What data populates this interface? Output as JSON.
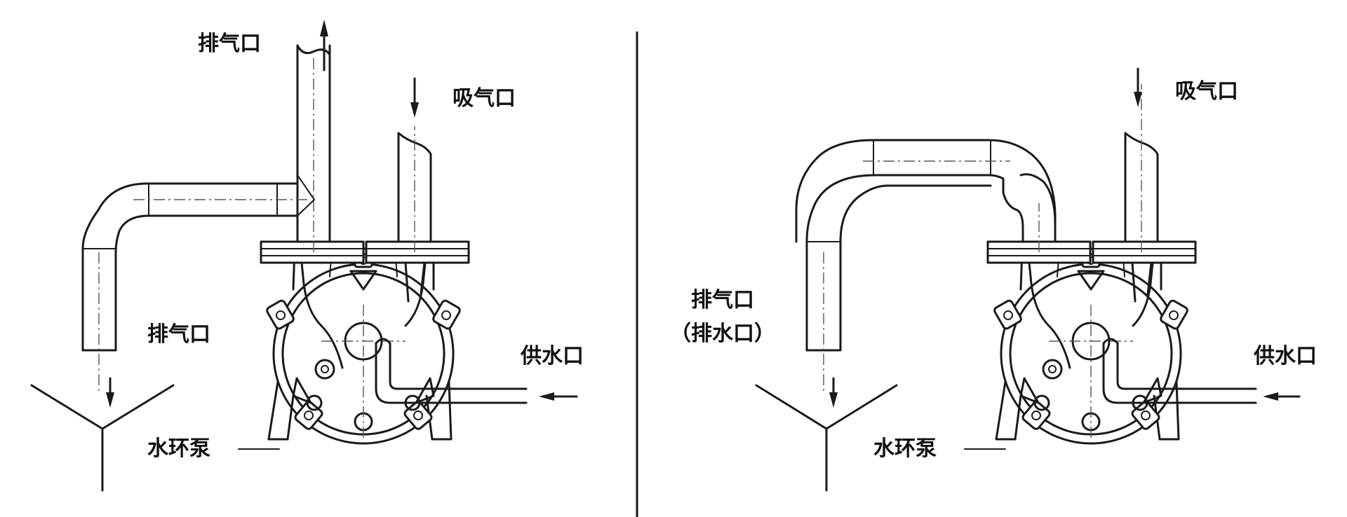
{
  "left_panel": {
    "exhaust_top_label": "排气口",
    "suction_label": "吸气口",
    "exhaust_bottom_label": "排气口",
    "water_supply_label": "供水口",
    "pump_label": "水环泵"
  },
  "right_panel": {
    "suction_label": "吸气口",
    "exhaust_label": "排气口",
    "drain_label": "（排水口）",
    "water_supply_label": "供水口",
    "pump_label": "水环泵"
  }
}
